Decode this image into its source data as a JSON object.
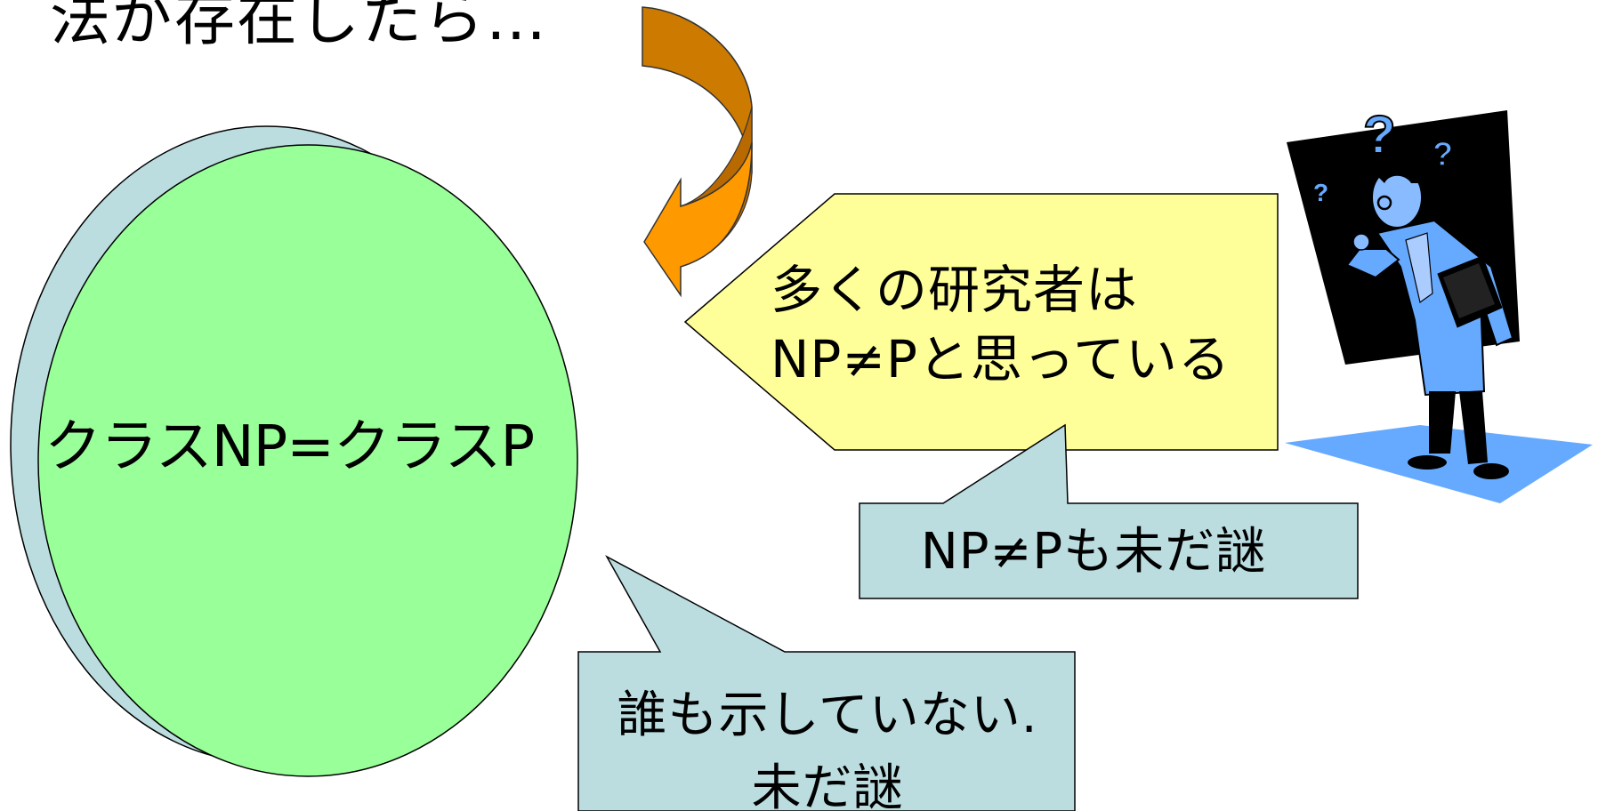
{
  "slide": {
    "title_partial": "法が存在したら…"
  },
  "circle": {
    "label": "クラスNP=クラスP",
    "fill_color": "#99ff99",
    "shadow_color": "#bbdde0"
  },
  "arrow": {
    "colors": [
      "#cc7a00",
      "#ff9900"
    ]
  },
  "callouts": {
    "researchers": {
      "lines": [
        "多くの研究者は",
        "NP≠Pと思っている"
      ],
      "fill_color": "#ffff99"
    },
    "np_ne_p": {
      "text": "NP≠Pも未だ謎",
      "fill_color": "#bbdde0"
    },
    "nobody": {
      "lines": [
        "誰も示していない.",
        "未だ謎"
      ],
      "fill_color": "#bbdde0"
    }
  },
  "illustration": {
    "icon": "puzzled-scientist-icon",
    "question_marks": [
      "?",
      "?",
      "?"
    ]
  }
}
